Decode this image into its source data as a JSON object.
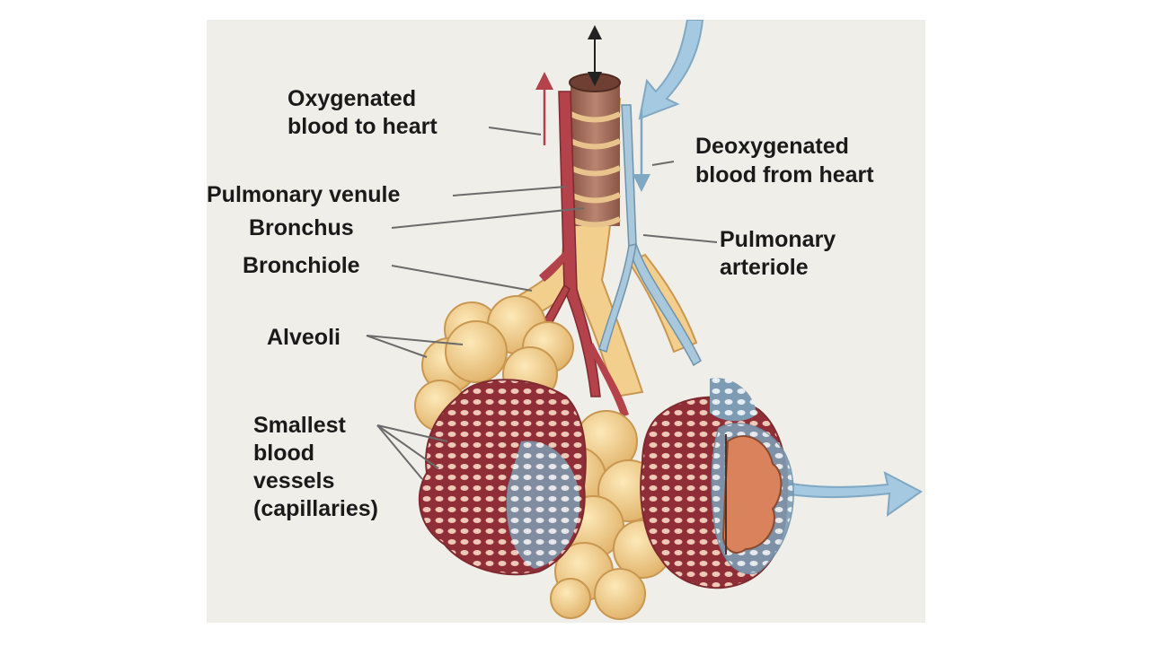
{
  "labels": {
    "oxygenated_line1": "Oxygenated",
    "oxygenated_line2": "blood to heart",
    "deoxygenated_line1": "Deoxygenated",
    "deoxygenated_line2": "blood from heart",
    "pulmonary_venule": "Pulmonary venule",
    "bronchus": "Bronchus",
    "bronchiole": "Bronchiole",
    "pulmonary_arteriole_line1": "Pulmonary",
    "pulmonary_arteriole_line2": "arteriole",
    "alveoli": "Alveoli",
    "smallest_line1": "Smallest",
    "smallest_line2": "blood",
    "smallest_line3": "vessels",
    "smallest_line4": "(capillaries)"
  },
  "colors": {
    "background": "#efeee9",
    "airway": "#f3cf8e",
    "airway_shade": "#d9a85e",
    "bronchus_wall": "#a06a55",
    "cartilage_ring": "#e8c48c",
    "venule_red": "#b3424a",
    "arteriole_blue": "#a9c8dc",
    "flow_arrow": "#a5c9e0"
  }
}
